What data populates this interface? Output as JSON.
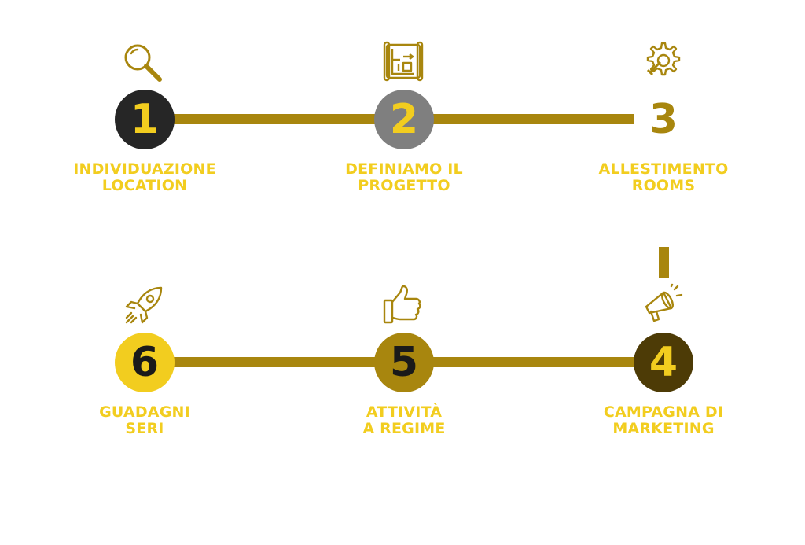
{
  "colors": {
    "accent": "#a8860e",
    "label": "#f2cd1f",
    "step1_bg": "#262626",
    "step2_bg": "#7f7f7f",
    "step4_bg": "#4d3b06",
    "step5_bg": "#a8860e",
    "step6_bg": "#f2cd1f"
  },
  "steps": [
    {
      "number": "1",
      "line1": "INDIVIDUAZIONE",
      "line2": "LOCATION",
      "icon": "search-icon"
    },
    {
      "number": "2",
      "line1": "DEFINIAMO IL",
      "line2": "PROGETTO",
      "icon": "blueprint-icon"
    },
    {
      "number": "3",
      "line1": "ALLESTIMENTO",
      "line2": "ROOMS",
      "icon": "gear-wrench-icon"
    },
    {
      "number": "4",
      "line1": "CAMPAGNA DI",
      "line2": "MARKETING",
      "icon": "megaphone-icon"
    },
    {
      "number": "5",
      "line1": "ATTIVITÀ",
      "line2": "A REGIME",
      "icon": "thumbs-up-icon"
    },
    {
      "number": "6",
      "line1": "GUADAGNI",
      "line2": "SERI",
      "icon": "rocket-icon"
    }
  ]
}
